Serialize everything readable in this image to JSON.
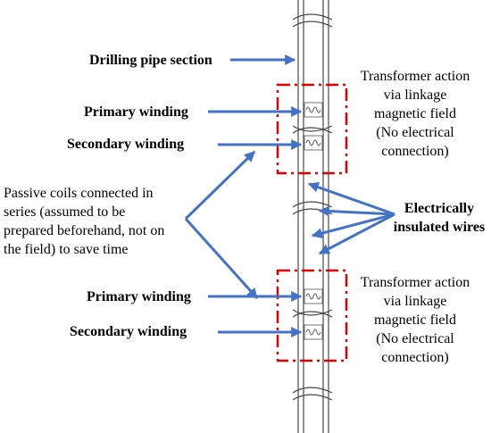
{
  "labels": {
    "drilling_pipe": "Drilling pipe section",
    "primary_1": "Primary winding",
    "secondary_1": "Secondary winding",
    "primary_2": "Primary winding",
    "secondary_2": "Secondary winding",
    "passive_coils": [
      "Passive coils connected in",
      "series (assumed to be",
      "prepared beforehand, not on",
      "the field) to save time"
    ],
    "transformer_1": [
      "Transformer action",
      "via linkage",
      "magnetic field",
      "(No electrical",
      "connection)"
    ],
    "transformer_2": [
      "Transformer action",
      "via linkage",
      "magnetic field",
      "(No electrical",
      "connection)"
    ],
    "insulated_wires": [
      "Electrically",
      "insulated wires"
    ]
  },
  "colors": {
    "arrow": "#4472c4",
    "dashed_box": "#e00000",
    "pipe": "#4a4a4a",
    "text": "#000000"
  }
}
